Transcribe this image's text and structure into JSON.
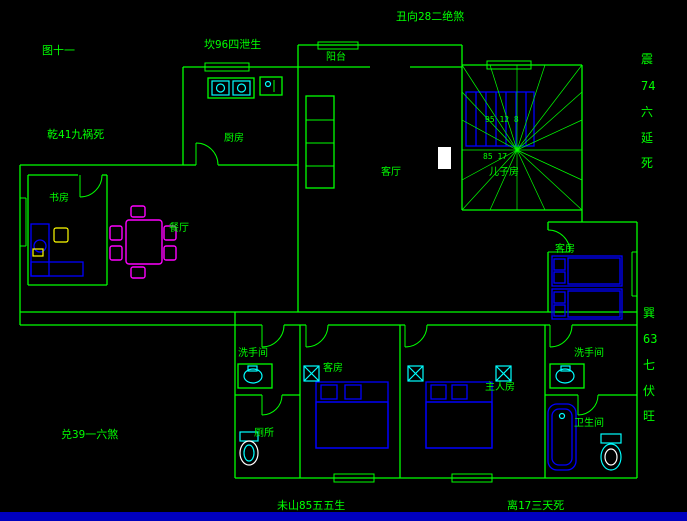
{
  "figure_title": "图十一",
  "annotations": {
    "chou": "丑向28二绝煞",
    "kan": "坎96四泄生",
    "qian": "乾41九祸死",
    "dui": "兑39一六煞",
    "wei": "未山85五五生",
    "li": "离17三天死",
    "zhen": [
      "震",
      "74",
      "六",
      "延",
      "死"
    ],
    "xun": [
      "巽",
      "63",
      "七",
      "伏",
      "旺"
    ]
  },
  "rooms": {
    "balcony": "阳台",
    "kitchen": "厨房",
    "dining": "餐厅",
    "study": "书房",
    "living": "客厅",
    "son": "儿子房",
    "guest_right": "客房",
    "guest_mid": "客房",
    "master": "主人房",
    "washroom_left": "洗手间",
    "washroom_right": "洗手间",
    "toilet": "厕所",
    "bathroom": "卫生间"
  },
  "compass": {
    "line1": "95 12 8",
    "line2": "85 17"
  },
  "colors": {
    "background": "#000000",
    "wall_green": "#00ff00",
    "furniture_blue": "#0000ff",
    "fixture_cyan": "#00ffff",
    "dining_magenta": "#ff00ff",
    "sofa_hatch_red": "#ff0000",
    "chair_yellow": "#ffff00",
    "door_white": "#ffffff",
    "statusbar_blue": "#0000bf"
  }
}
